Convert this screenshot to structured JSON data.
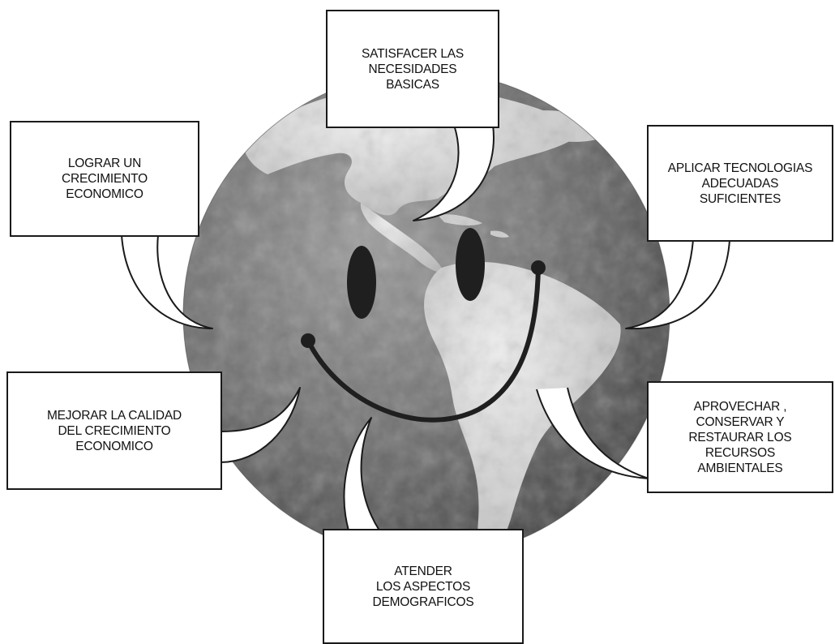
{
  "colors": {
    "ocean_dark": "#3a3a3a",
    "ocean_light": "#8a8a8a",
    "land": "#d8d8d8",
    "face": "#1f1f1f",
    "outline": "#1a1a1a"
  },
  "center": {
    "figure": "globe",
    "face": "smiley"
  },
  "callouts": [
    {
      "id": "top",
      "text": "SATISFACER LAS\nNECESIDADES\nBASICAS"
    },
    {
      "id": "left-upper",
      "text": "LOGRAR UN\nCRECIMIENTO\nECONOMICO"
    },
    {
      "id": "right-upper",
      "text": "APLICAR TECNOLOGIAS\nADECUADAS\nSUFICIENTES"
    },
    {
      "id": "left-lower",
      "text": "MEJORAR LA CALIDAD\nDEL CRECIMIENTO\nECONOMICO"
    },
    {
      "id": "right-lower",
      "text": "APROVECHAR ,\nCONSERVAR Y\nRESTAURAR LOS\nRECURSOS\nAMBIENTALES"
    },
    {
      "id": "bottom",
      "text": "ATENDER\nLOS    ASPECTOS\nDEMOGRAFICOS"
    }
  ]
}
